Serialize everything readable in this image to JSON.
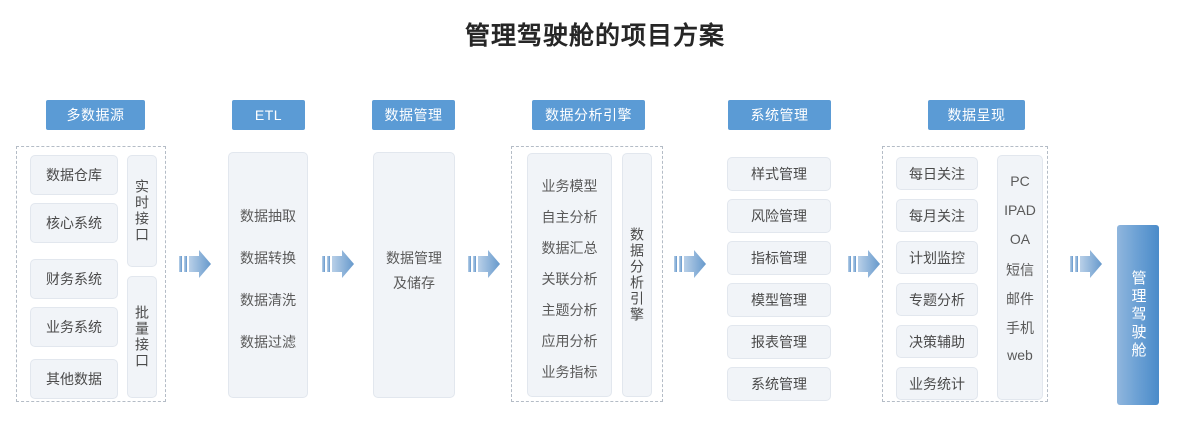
{
  "title": "管理驾驶舱的项目方案",
  "colors": {
    "header_blue": "#5b9bd5",
    "panel_fill": "#f1f4f8",
    "panel_border": "#e2e7ee",
    "dashed_border": "#b4bcc6",
    "arrow_blue": "#6da0d4",
    "final_blue": "#6ea2d5",
    "title_color": "#262626",
    "item_text": "#4a4a4a"
  },
  "columns": [
    {
      "id": "multi-data-source",
      "header": "多数据源",
      "items": [
        "数据仓库",
        "核心系统",
        "财务系统",
        "业务系统",
        "其他数据"
      ],
      "side_boxes": [
        "实时接口",
        "批量接口"
      ]
    },
    {
      "id": "etl",
      "header": "ETL",
      "items": [
        "数据抽取",
        "数据转换",
        "数据清洗",
        "数据过滤"
      ],
      "side_boxes": []
    },
    {
      "id": "data-management",
      "header": "数据管理",
      "items": [
        "数据管理",
        "及储存"
      ],
      "side_boxes": []
    },
    {
      "id": "data-analysis-engine",
      "header": "数据分析引擎",
      "items": [
        "业务模型",
        "自主分析",
        "数据汇总",
        "关联分析",
        "主题分析",
        "应用分析",
        "业务指标"
      ],
      "side_boxes": [
        "数据分析引擎"
      ]
    },
    {
      "id": "system-management",
      "header": "系统管理",
      "items": [
        "样式管理",
        "风险管理",
        "指标管理",
        "模型管理",
        "报表管理",
        "系统管理"
      ],
      "side_boxes": []
    },
    {
      "id": "data-presentation",
      "header": "数据呈现",
      "items": [
        "每日关注",
        "每月关注",
        "计划监控",
        "专题分析",
        "决策辅助",
        "业务统计"
      ],
      "channels": [
        "PC",
        "IPAD",
        "OA",
        "短信",
        "邮件",
        "手机",
        "web"
      ]
    }
  ],
  "final": {
    "label": "管理驾驶舱"
  },
  "arrows": [
    {
      "name": "arrow-source-to-etl"
    },
    {
      "name": "arrow-etl-to-datamgmt"
    },
    {
      "name": "arrow-datamgmt-to-analysis"
    },
    {
      "name": "arrow-analysis-to-sysmgmt"
    },
    {
      "name": "arrow-sysmgmt-to-presentation"
    },
    {
      "name": "arrow-presentation-to-cockpit"
    }
  ]
}
